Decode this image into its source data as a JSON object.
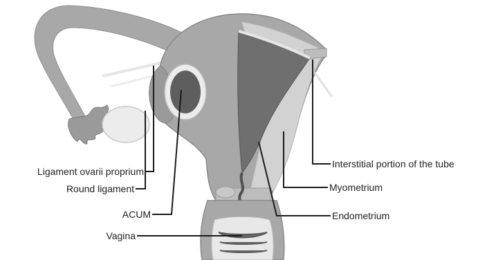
{
  "diagram": {
    "labels": {
      "ligament_ovarii": "Ligament ovarii proprium",
      "round_ligament": "Round ligament",
      "acum": "ACUM",
      "vagina": "Vagina",
      "interstitial": "Interstitial portion of the tube",
      "myometrium": "Myometrium",
      "endometrium": "Endometrium"
    },
    "colors": {
      "tissue": "#a8a8a8",
      "tissue_dark": "#8a8a8a",
      "tissue_light": "#d2d2d2",
      "ovary": "#ececec",
      "cavity": "#6a6a6a",
      "leader": "#1a1a1a"
    }
  }
}
